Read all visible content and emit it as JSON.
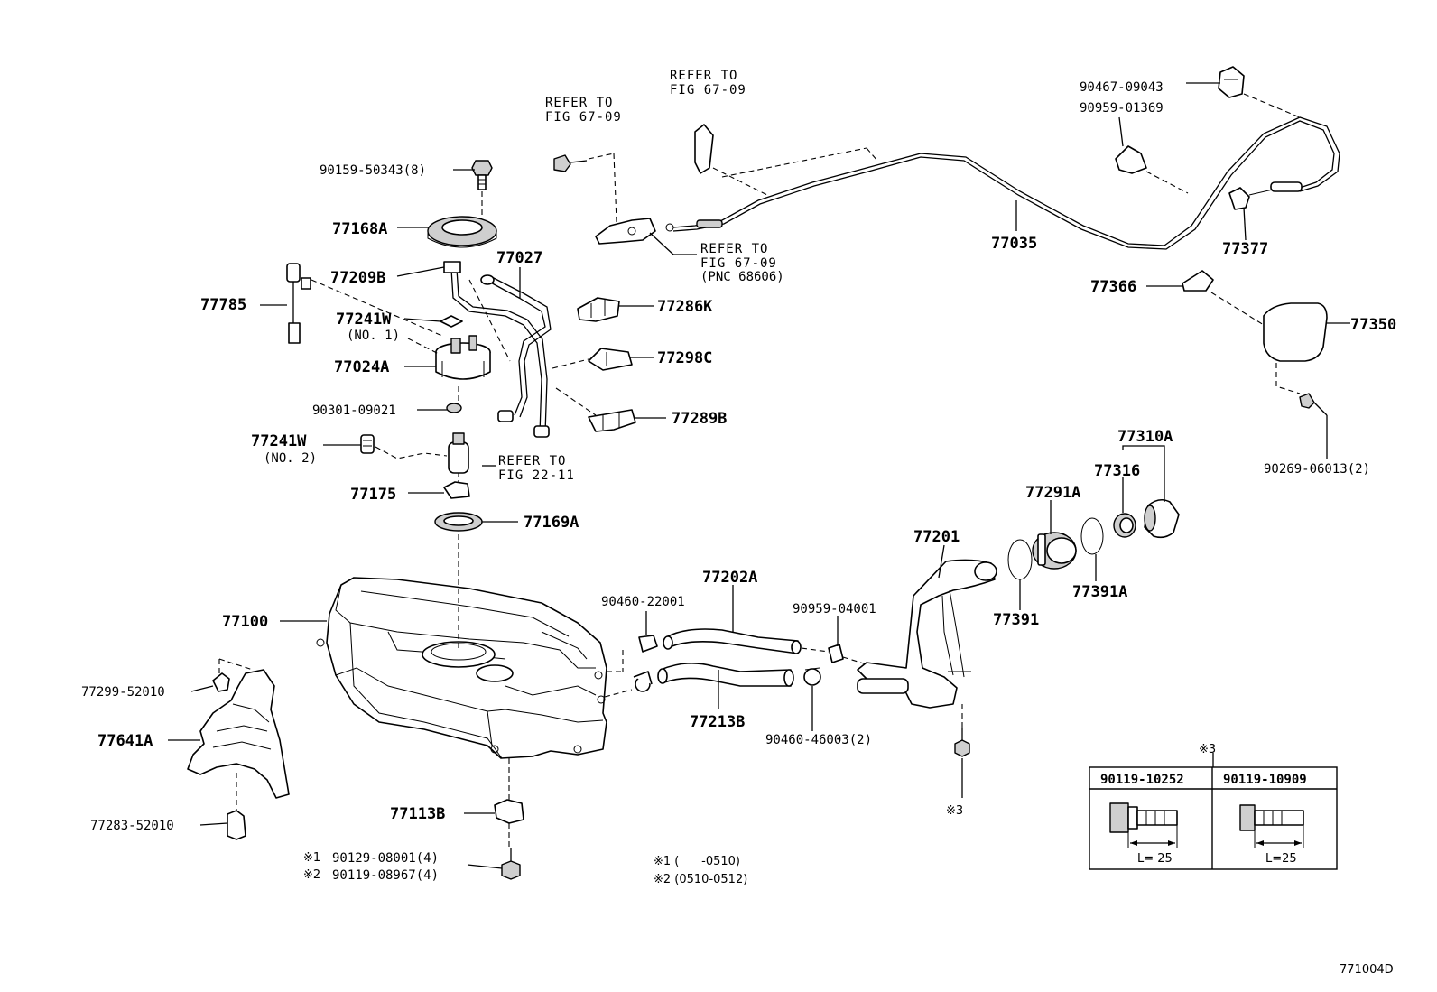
{
  "figure_id": "771004D",
  "parts": {
    "p90159": "90159-50343(8)",
    "p77168A": "77168A",
    "p77785": "77785",
    "p77209B": "77209B",
    "p77241W_1": "77241W",
    "p77241W_1_note": "(NO. 1)",
    "p77024A": "77024A",
    "p90301": "90301-09021",
    "p77241W_2": "77241W",
    "p77241W_2_note": "(NO. 2)",
    "p77175": "77175",
    "p77169A": "77169A",
    "p77027": "77027",
    "p77286K": "77286K",
    "p77298C": "77298C",
    "p77289B": "77289B",
    "p77100": "77100",
    "p77299": "77299-52010",
    "p77641A": "77641A",
    "p77283": "77283-52010",
    "p77113B": "77113B",
    "p90129": "90129-08001(4)",
    "p90119_08967": "90119-08967(4)",
    "p90460_22001": "90460-22001",
    "p77202A": "77202A",
    "p77213B": "77213B",
    "p90959_04001": "90959-04001",
    "p90460_46003": "90460-46003(2)",
    "p77201": "77201",
    "p77391": "77391",
    "p77291A": "77291A",
    "p77391A": "77391A",
    "p77316": "77316",
    "p77310A": "77310A",
    "p77035": "77035",
    "p90467": "90467-09043",
    "p90959_01369": "90959-01369",
    "p77377": "77377",
    "p77366": "77366",
    "p77350": "77350",
    "p90269": "90269-06013(2)"
  },
  "refs": {
    "r1_line1": "REFER TO",
    "r1_line2": "FIG 67-09",
    "r2_line1": "REFER TO",
    "r2_line2": "FIG 67-09",
    "r3_line1": "REFER TO",
    "r3_line2": "FIG 67-09",
    "r3_line3": "(PNC 68606)",
    "r4_line1": "REFER TO",
    "r4_line2": "FIG 22-11"
  },
  "marks": {
    "m1": "※1",
    "m2": "※2",
    "m3_bolt": "※3",
    "m3_table": "※3"
  },
  "notes": {
    "n1": "※1 (      -0510)",
    "n2": "※2 (0510-0512)"
  },
  "table": {
    "col1_header": "90119-10252",
    "col2_header": "90119-10909",
    "col1_length": "L= 25",
    "col2_length": "L=25"
  }
}
